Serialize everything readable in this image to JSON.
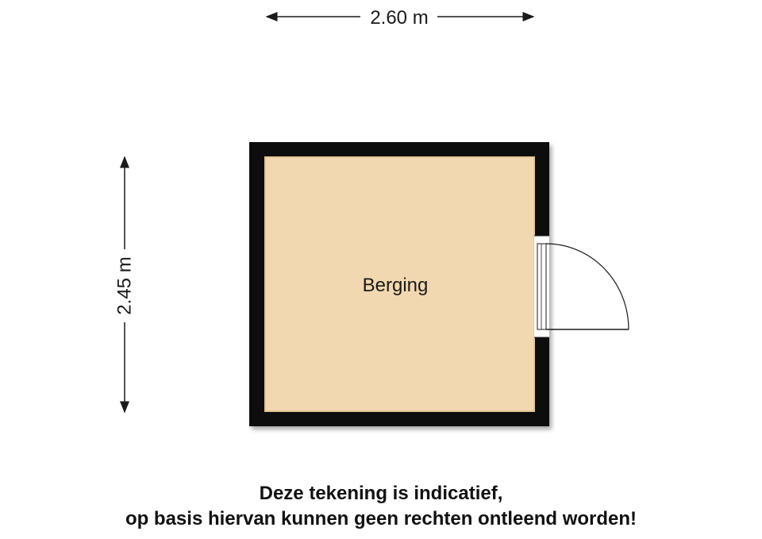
{
  "dimensions": {
    "width_label": "2.60 m",
    "height_label": "2.45 m"
  },
  "room": {
    "label": "Berging"
  },
  "disclaimer": {
    "line1": "Deze tekening is indicatief,",
    "line2": "op basis hiervan kunnen geen rechten ontleend worden!"
  },
  "colors": {
    "wall": "#0a0a0a",
    "floor": "#f2d8b0",
    "line": "#1a1a1a"
  }
}
